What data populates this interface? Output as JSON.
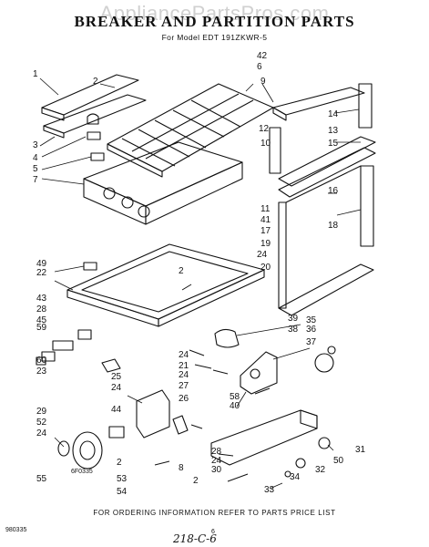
{
  "watermark": "AppliancePartsPros.com",
  "title": "BREAKER AND PARTITION PARTS",
  "subtitle": "For Model EDT 191ZKWR-5",
  "footer": "FOR ORDERING INFORMATION REFER TO PARTS PRICE LIST",
  "doc_code": "6F0335",
  "page_code": "980335",
  "page_num": "6",
  "handwritten": "218-C-6",
  "callouts": [
    "1",
    "2",
    "3",
    "4",
    "5",
    "7",
    "42",
    "9",
    "6",
    "12",
    "14",
    "10",
    "13",
    "15",
    "16",
    "18",
    "11",
    "41",
    "17",
    "19",
    "24",
    "20",
    "49",
    "22",
    "2",
    "43",
    "28",
    "45",
    "59",
    "60",
    "23",
    "39",
    "38",
    "35",
    "36",
    "37",
    "24",
    "21",
    "24",
    "25",
    "24",
    "27",
    "26",
    "58",
    "40",
    "29",
    "44",
    "52",
    "24",
    "28",
    "24",
    "30",
    "2",
    "31",
    "34",
    "32",
    "33",
    "50",
    "55",
    "53",
    "54",
    "2",
    "8"
  ]
}
